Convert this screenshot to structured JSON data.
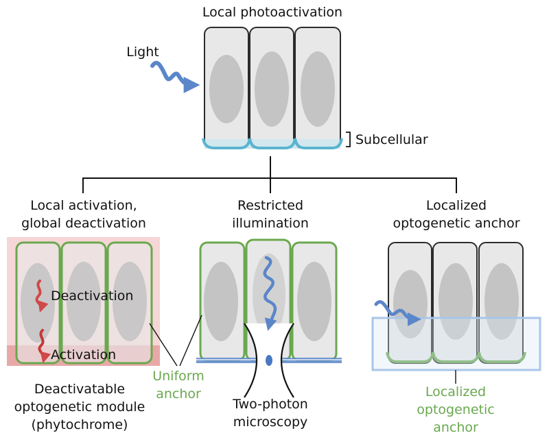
{
  "top": {
    "title": "Local photoactivation",
    "light_label": "Light",
    "subcellular_label": "Subcellular"
  },
  "panel_left": {
    "title_line1": "Local activation,",
    "title_line2": "global deactivation",
    "deactivation_label": "Deactivation",
    "activation_label": "Activation",
    "caption_line1": "Deactivatable",
    "caption_line2": "optogenetic module",
    "caption_line3": "(phytochrome)"
  },
  "panel_middle": {
    "title_line1": "Restricted",
    "title_line2": "illumination",
    "caption_line1": "Two-photon",
    "caption_line2": "microscopy"
  },
  "panel_right": {
    "title_line1": "Localized",
    "title_line2": "optogenetic anchor",
    "anchor_line1": "Localized",
    "anchor_line2": "optogenetic",
    "anchor_line3": "anchor"
  },
  "shared": {
    "uniform_anchor_line1": "Uniform",
    "uniform_anchor_line2": "anchor"
  },
  "colors": {
    "cell_fill": "#e8e8e8",
    "cell_stroke": "#2b2b2b",
    "nucleus": "#c4c4c4",
    "anchor_green": "#6aa84f",
    "subcellular_blue": "#5ab4d0",
    "light_blue": "#5b86c9",
    "red_arrow": "#d04848",
    "pink_box": "#f6d6d6",
    "pink_band": "#e8a8a8",
    "anchor_box": "#a9c6e8"
  },
  "icons": [
    "light-wave-icon",
    "deactivation-arrow-icon",
    "activation-arrow-icon",
    "focus-beam-icon"
  ]
}
